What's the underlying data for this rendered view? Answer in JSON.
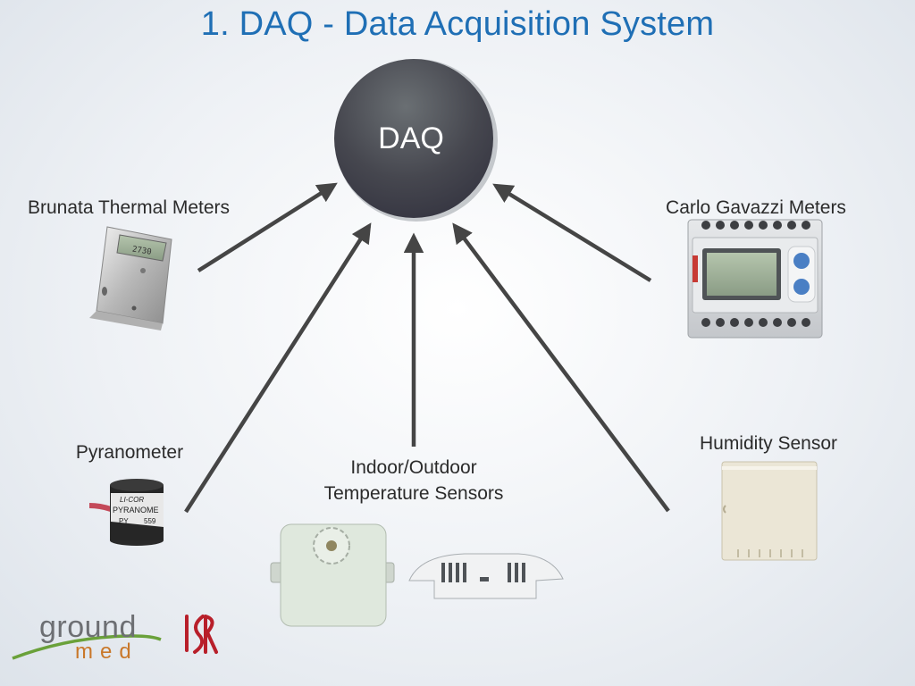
{
  "title": "1. DAQ - Data Acquisition System",
  "hub": {
    "label": "DAQ"
  },
  "devices": {
    "brunata": "Brunata Thermal Meters",
    "carlo": "Carlo Gavazzi Meters",
    "pyranometer": "Pyranometer",
    "temp_line1": "Indoor/Outdoor",
    "temp_line2": "Temperature Sensors",
    "humidity": "Humidity Sensor"
  },
  "brunata_display": "2730",
  "pyranometer_marking": {
    "brand": "LI-COR",
    "name": "PYRANOME",
    "code": "PY",
    "num": "559"
  },
  "logos": {
    "ground": "ground",
    "med": "med",
    "isr": "ISR"
  },
  "colors": {
    "title": "#1f6fb5",
    "arrow": "#454545",
    "hub": "#3f3f4a",
    "logo_gray": "#6d6f73",
    "logo_orange": "#c9782a",
    "isr": "#b81f2a"
  },
  "icons": [
    "arrow-icon",
    "thermal-meter-icon",
    "power-meter-icon",
    "pyranometer-icon",
    "temperature-sensor-icon",
    "humidity-sensor-icon",
    "isr-logo-icon"
  ]
}
